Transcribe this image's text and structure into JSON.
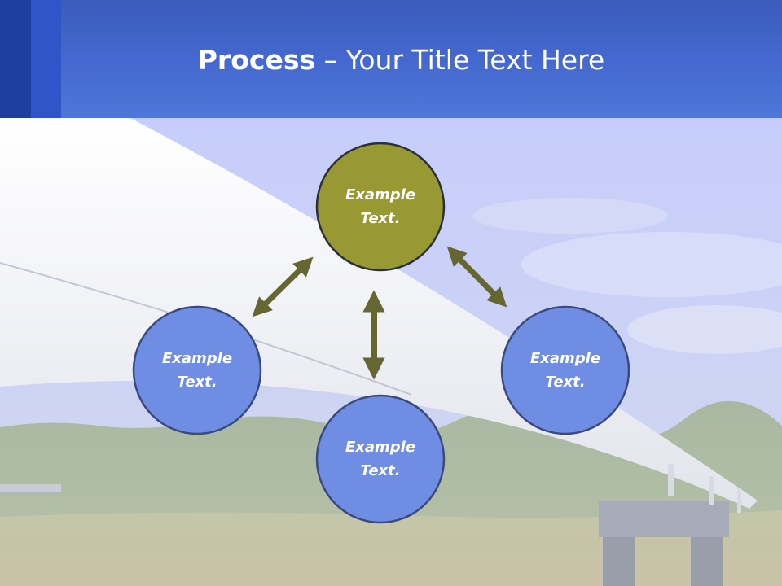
{
  "slide": {
    "title_bold": "Process",
    "title_dash": " – ",
    "title_rest": "Your Title Text Here"
  },
  "diagram": {
    "nodes": [
      {
        "id": "top",
        "line1": "Example",
        "line2": "Text.",
        "fill": "#999933"
      },
      {
        "id": "left",
        "line1": "Example",
        "line2": "Text.",
        "fill": "#6f8ee3"
      },
      {
        "id": "bottom",
        "line1": "Example",
        "line2": "Text.",
        "fill": "#6f8ee3"
      },
      {
        "id": "right",
        "line1": "Example",
        "line2": "Text.",
        "fill": "#6f8ee3"
      }
    ],
    "arrow_color": "#666633",
    "node_border_color": "#3b4a7e"
  },
  "colors": {
    "header": "#4468cf",
    "sky": "#c8cff7",
    "pipe": "#f4f4f6"
  }
}
